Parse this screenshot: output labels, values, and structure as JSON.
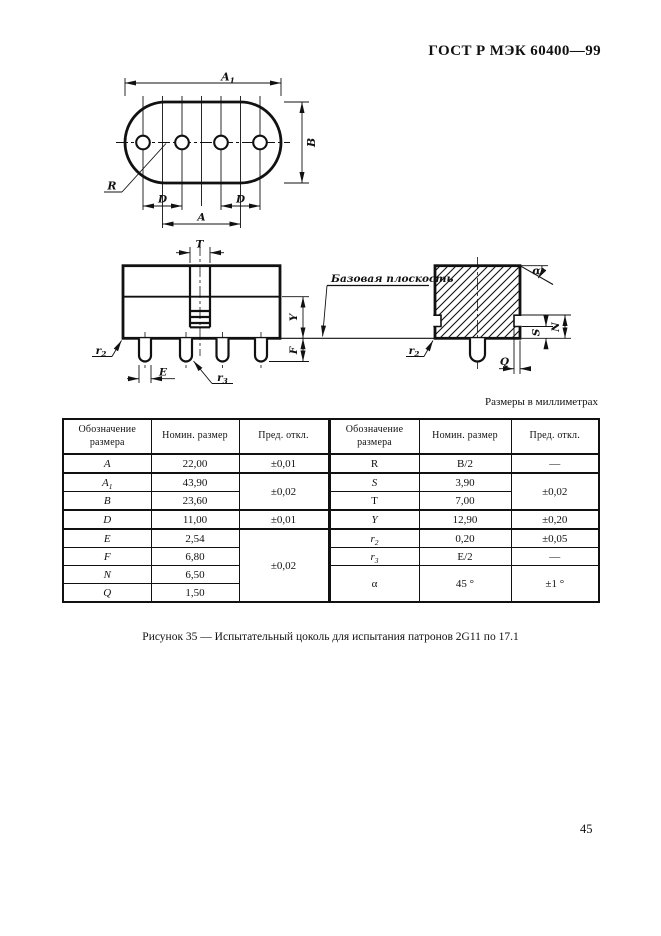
{
  "page": {
    "header_title": "ГОСТ Р МЭК 60400—99",
    "units_note": "Размеры в миллиметрах",
    "figure_caption": "Рисунок 35 — Испытательный цоколь для испытания патронов 2G11 по 17.1",
    "page_number": "45"
  },
  "drawing": {
    "labels": {
      "a1_base": "A",
      "a1_sub": "1",
      "b": "B",
      "r_radius": "R",
      "d": "D",
      "a": "A",
      "t": "T",
      "y": "Y",
      "f": "F",
      "e": "E",
      "r2_base": "r",
      "r2_sub": "2",
      "r3_base": "r",
      "r3_sub": "3",
      "base_plane": "Базовая плоскость",
      "alpha": "α",
      "s": "S",
      "n": "N",
      "q": "Q"
    }
  },
  "table": {
    "col_designation": "Обозначение размера",
    "col_nominal": "Номин. размер",
    "col_tolerance": "Пред. откл.",
    "left": {
      "r1": {
        "sym": "A",
        "nom": "22,00",
        "tol": "±0,01"
      },
      "r2": {
        "sym": "A",
        "sub": "1",
        "nom": "43,90"
      },
      "r3": {
        "sym": "B",
        "nom": "23,60"
      },
      "tol23": "±0,02",
      "r4": {
        "sym": "D",
        "nom": "11,00",
        "tol": "±0,01"
      },
      "r5": {
        "sym": "E",
        "nom": "2,54"
      },
      "r6": {
        "sym": "F",
        "nom": "6,80"
      },
      "r7": {
        "sym": "N",
        "nom": "6,50"
      },
      "r8": {
        "sym": "Q",
        "nom": "1,50"
      },
      "tol58": "±0,02"
    },
    "right": {
      "r1": {
        "sym": "R",
        "nom": "B/2",
        "tol": "—"
      },
      "r2": {
        "sym": "S",
        "nom": "3,90"
      },
      "r3": {
        "sym": "T",
        "nom": "7,00"
      },
      "tol23": "±0,02",
      "r4": {
        "sym": "Y",
        "nom": "12,90",
        "tol": "±0,20"
      },
      "r5": {
        "sym": "r",
        "sub": "2",
        "nom": "0,20",
        "tol": "±0,05"
      },
      "r6": {
        "sym": "r",
        "sub": "3",
        "nom": "E/2",
        "tol": "—"
      },
      "r78": {
        "sym": "α",
        "nom": "45 °",
        "tol": "±1 °"
      }
    }
  }
}
